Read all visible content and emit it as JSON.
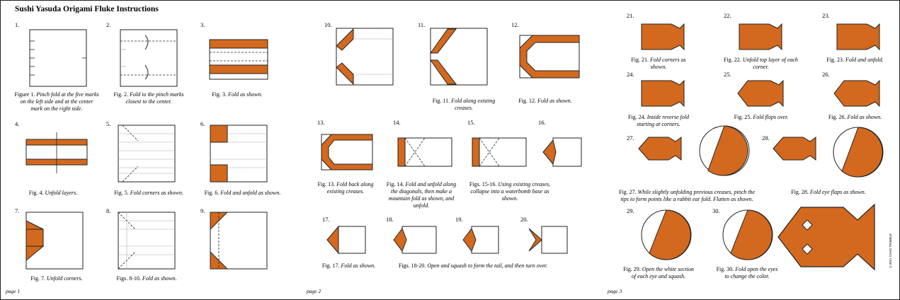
{
  "title": "Sushi Yasuda Origami Fluke Instructions",
  "colors": {
    "orange": "#d2691e",
    "ink": "#222222",
    "paper": "#ffffff"
  },
  "pages": [
    "page 1",
    "page 2",
    "page 3"
  ],
  "copyright": "©2011 CHAD TRIMBLE",
  "steps": {
    "s1": {
      "num": "1.",
      "lead": "Figure 1.",
      "text": "Pinch fold at the five marks on the left side and at the center mark on the right side."
    },
    "s2": {
      "num": "2.",
      "lead": "Fig. 2.",
      "text": "Fold to the pinch marks closest to the center."
    },
    "s3": {
      "num": "3.",
      "lead": "Fig. 3.",
      "text": "Fold as shown."
    },
    "s4": {
      "num": "4.",
      "lead": "Fig. 4.",
      "text": "Unfold layers."
    },
    "s5": {
      "num": "5.",
      "lead": "Fig. 5.",
      "text": "Fold corners as shown."
    },
    "s6": {
      "num": "6.",
      "lead": "Fig. 6.",
      "text": "Fold and unfold as shown."
    },
    "s7": {
      "num": "7.",
      "lead": "Fig. 7.",
      "text": "Unfold corners."
    },
    "s8": {
      "num": "8.",
      "lead": "Figs. 8-10.",
      "text": "Fold as shown."
    },
    "s9": {
      "num": "9."
    },
    "s10": {
      "num": "10."
    },
    "s11": {
      "num": "11.",
      "lead": "Fig. 11.",
      "text": "Fold along existing creases."
    },
    "s12": {
      "num": "12.",
      "lead": "Fig. 12.",
      "text": "Fold as shown."
    },
    "s13": {
      "num": "13.",
      "lead": "Fig. 13.",
      "text": "Fold back along existing creases."
    },
    "s14": {
      "num": "14.",
      "lead": "Fig. 14.",
      "text": "Fold and unfold along the diagonals, then make a mountain fold as shown, and unfold."
    },
    "s15": {
      "num": "15.",
      "lead": "Figs. 15-16.",
      "text": "Using existing creases, collapse into a waterbomb base as shown."
    },
    "s16": {
      "num": "16."
    },
    "s17": {
      "num": "17.",
      "lead": "Fig. 17.",
      "text": "Fold as shown."
    },
    "s18": {
      "num": "18.",
      "lead": "Figs. 18-20.",
      "text": "Open and squash to form the tail, and then turn over."
    },
    "s19": {
      "num": "19."
    },
    "s20": {
      "num": "20."
    },
    "s21": {
      "num": "21.",
      "lead": "Fig. 21.",
      "text": "Fold corners as shown."
    },
    "s22": {
      "num": "22.",
      "lead": "Fig. 22.",
      "text": "Unfold top layer of each corner."
    },
    "s23": {
      "num": "23.",
      "lead": "Fig. 23.",
      "text": "Fold and unfold."
    },
    "s24": {
      "num": "24.",
      "lead": "Fig. 24.",
      "text": "Inside reverse fold starting at corners."
    },
    "s25": {
      "num": "25.",
      "lead": "Fig. 25.",
      "text": "Fold flaps over."
    },
    "s26": {
      "num": "26.",
      "lead": "Fig. 26.",
      "text": "Fold as shown."
    },
    "s27": {
      "num": "27.",
      "lead": "Fig. 27.",
      "text": "While slightly unfolding previous creases, pinch the tips to form points like a rabbit ear fold. Flatten as shown."
    },
    "s28": {
      "num": "28.",
      "lead": "Fig. 28.",
      "text": "Fold eye flaps as shown."
    },
    "s29": {
      "num": "29.",
      "lead": "Fig. 29.",
      "text": "Open the white section of each eye and squash."
    },
    "s30": {
      "num": "30.",
      "lead": "Fig. 30.",
      "text": "Fold open the eyes to change the color."
    }
  }
}
